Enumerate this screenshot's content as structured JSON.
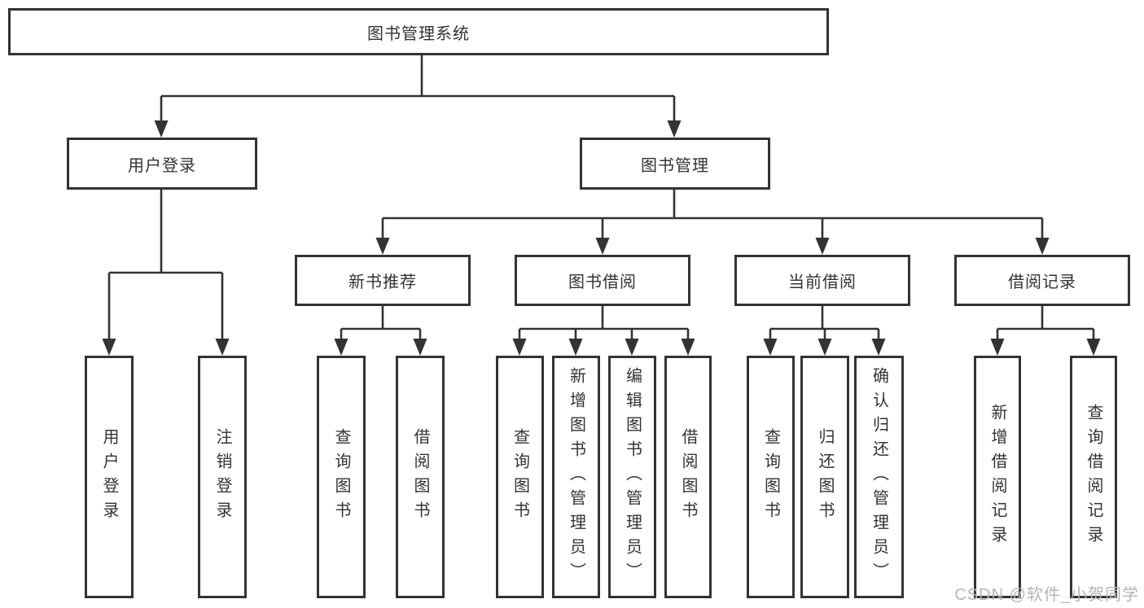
{
  "diagram": {
    "root": {
      "label": "图书管理系统"
    },
    "branches": [
      {
        "label": "用户登录",
        "leaves": [
          {
            "label": "用户登录"
          },
          {
            "label": "注销登录"
          }
        ]
      },
      {
        "label": "图书管理",
        "sections": [
          {
            "label": "新书推荐",
            "leaves": [
              {
                "label": "查询图书"
              },
              {
                "label": "借阅图书"
              }
            ]
          },
          {
            "label": "图书借阅",
            "leaves": [
              {
                "label": "查询图书"
              },
              {
                "label": "新增图书（管理员）"
              },
              {
                "label": "编辑图书（管理员）"
              },
              {
                "label": "借阅图书"
              }
            ]
          },
          {
            "label": "当前借阅",
            "leaves": [
              {
                "label": "查询图书"
              },
              {
                "label": "归还图书"
              },
              {
                "label": "确认归还（管理员）"
              }
            ]
          },
          {
            "label": "借阅记录",
            "leaves": [
              {
                "label": "新增借阅记录"
              },
              {
                "label": "查询借阅记录"
              }
            ]
          }
        ]
      }
    ]
  },
  "watermark": {
    "text": "CSDN @软件_小贺同学"
  },
  "colors": {
    "line": "#333333",
    "box_border": "#333333",
    "text": "#333333",
    "watermark": "#b4b4b4",
    "background": "#ffffff"
  }
}
